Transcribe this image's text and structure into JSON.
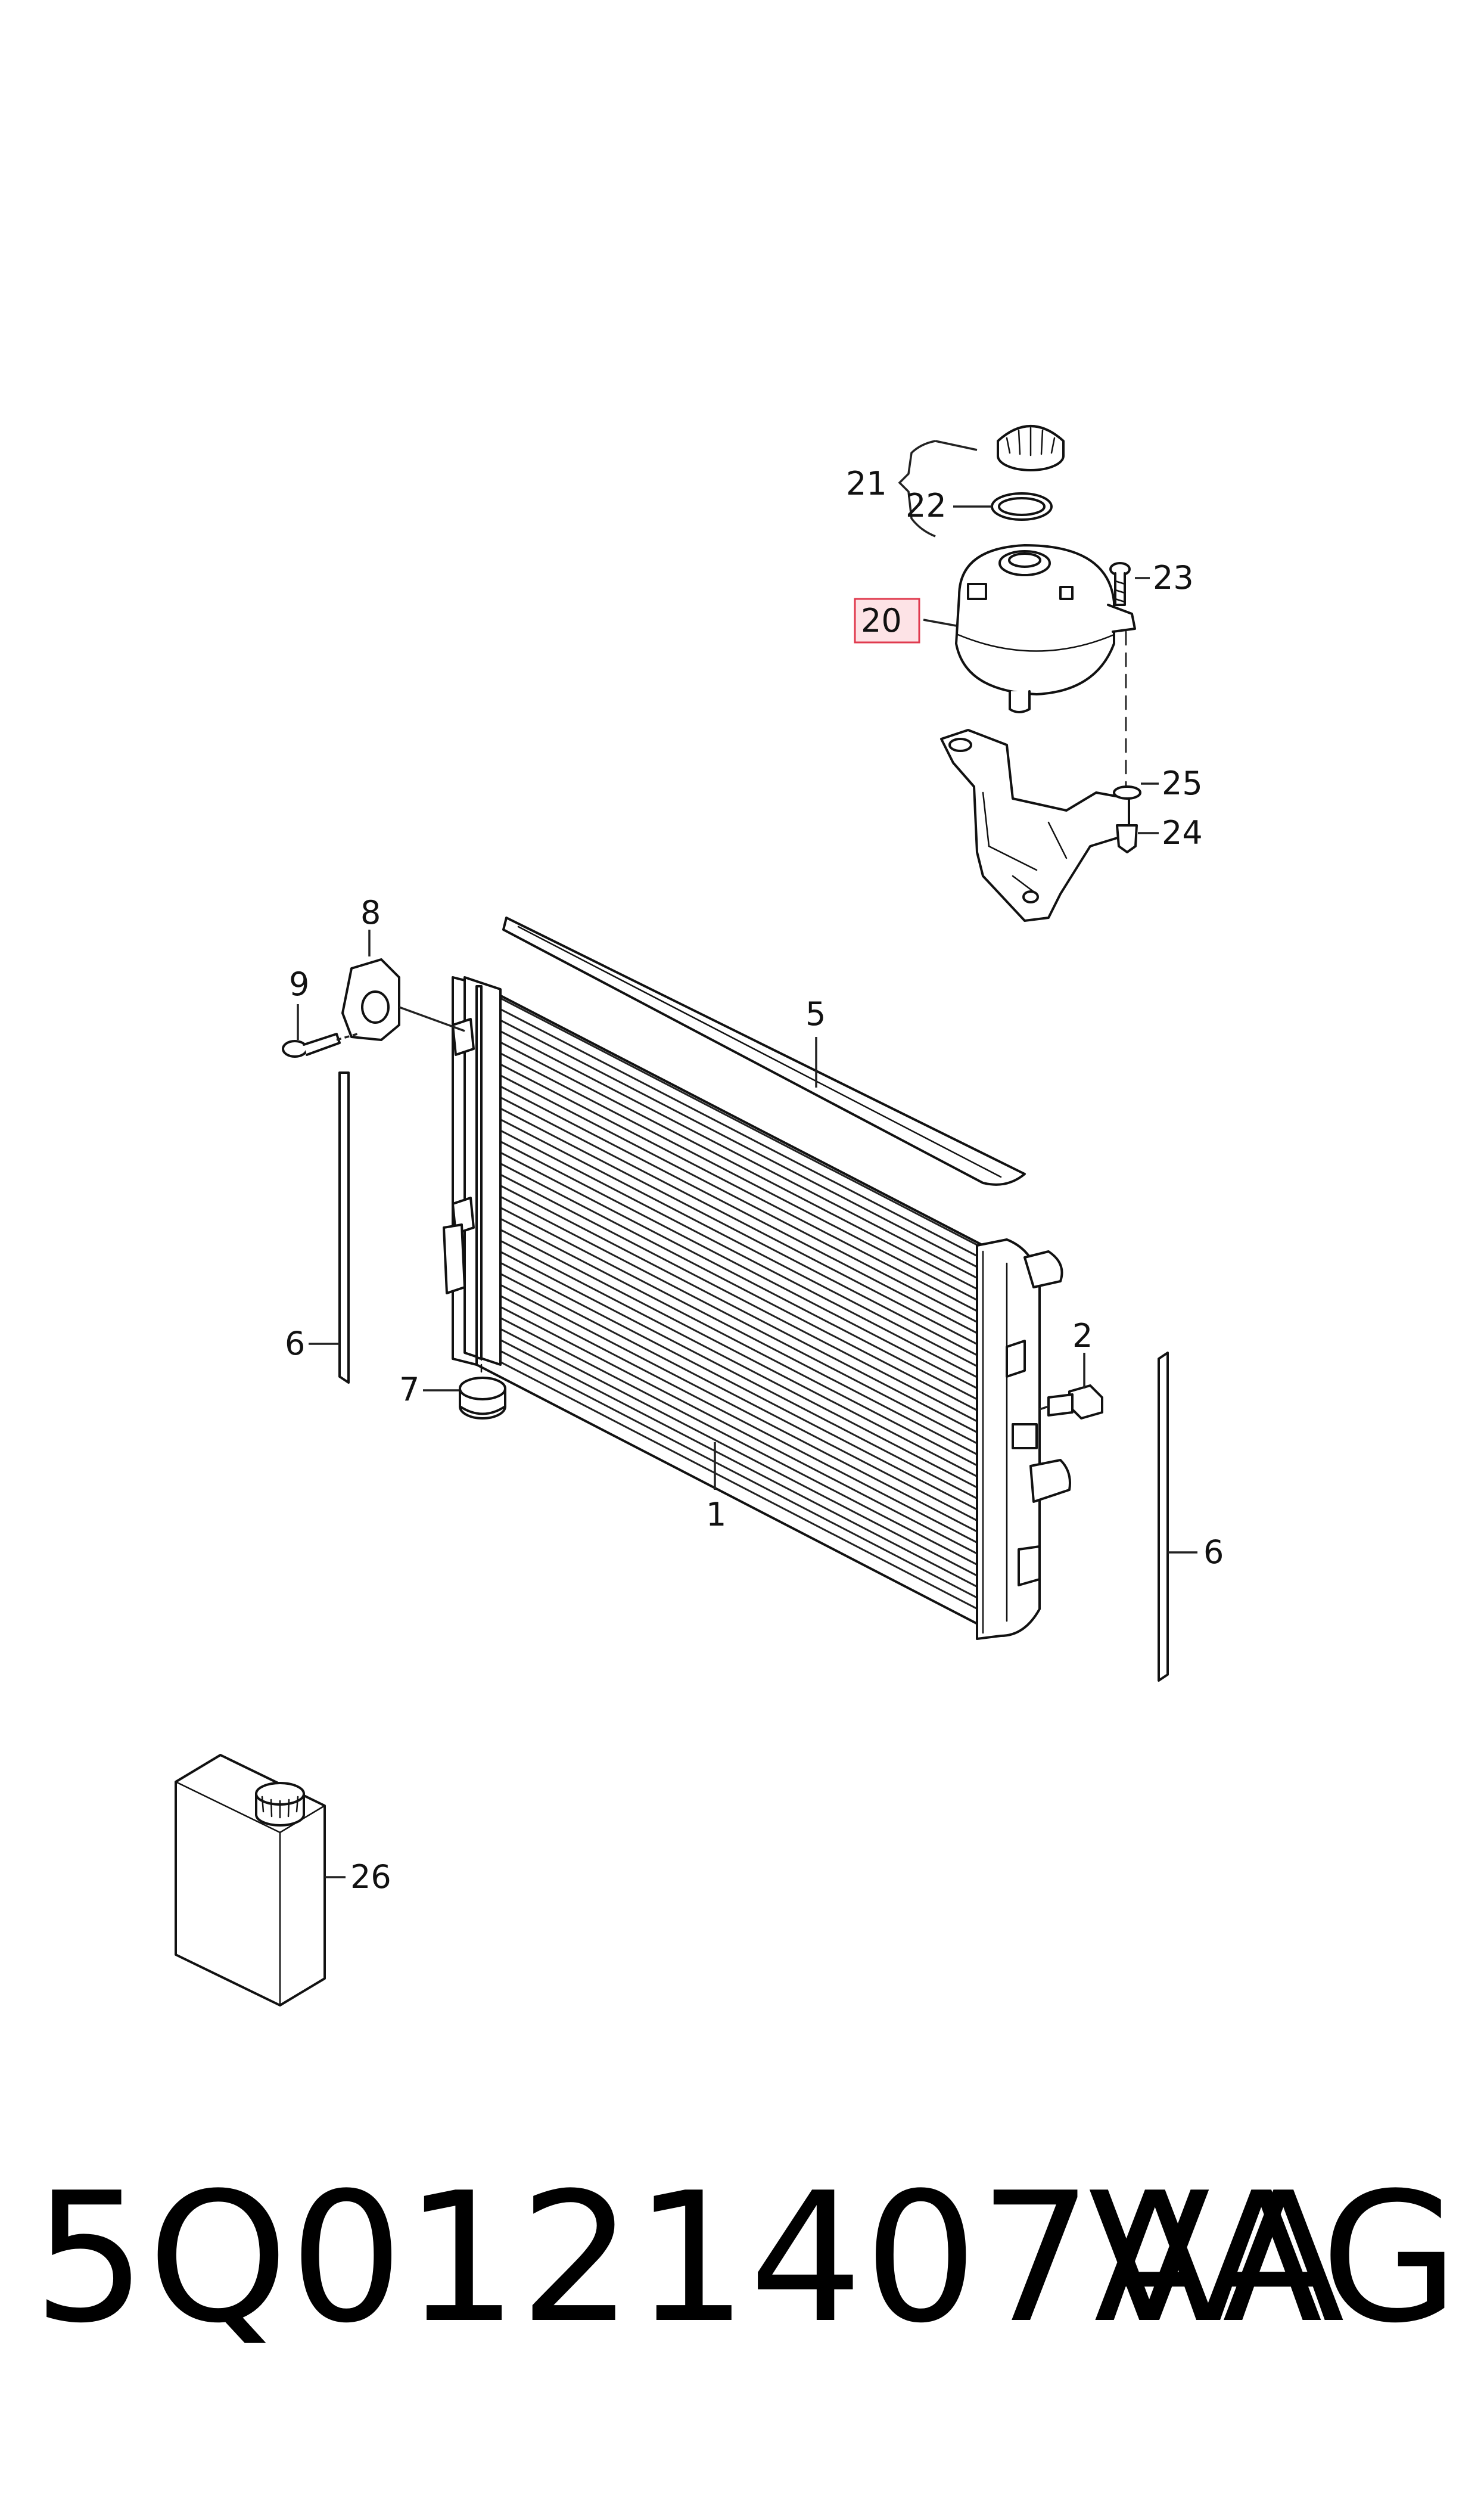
{
  "callouts": {
    "c1": "1",
    "c2": "2",
    "c5": "5",
    "c6a": "6",
    "c6b": "6",
    "c7": "7",
    "c8": "8",
    "c9": "9",
    "c20": "20",
    "c21": "21",
    "c22": "22",
    "c23": "23",
    "c24": "24",
    "c25": "25",
    "c26": "26"
  },
  "highlighted_callout": "20",
  "highlight_color": "#e03a4e",
  "footer": {
    "part_number": "5Q0121407AA",
    "brand": "VAG"
  }
}
